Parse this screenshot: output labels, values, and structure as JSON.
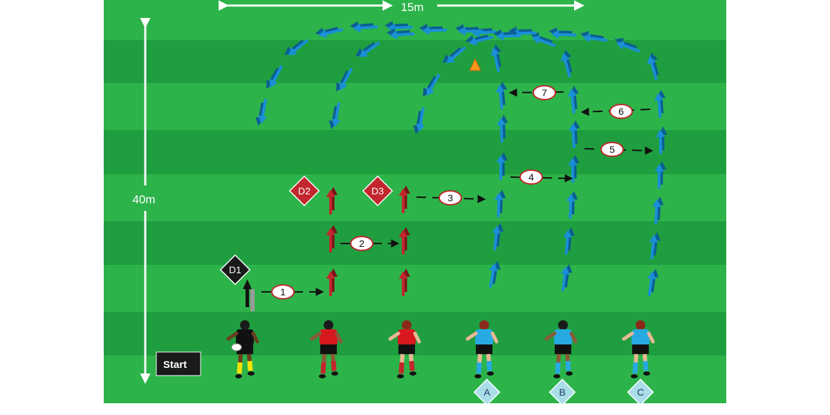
{
  "diagram": {
    "width_label": "15m",
    "length_label": "40m",
    "start_label": "Start",
    "defender_labels": [
      "D1",
      "D2",
      "D3"
    ],
    "pass_numbers": [
      "1",
      "2",
      "3",
      "4",
      "5",
      "6",
      "7"
    ],
    "runner_labels": [
      "A",
      "B",
      "C"
    ],
    "colors": {
      "pitch_light": "#2cb34a",
      "pitch_dark": "#1f9e3f",
      "attack_arrow": "#1a8fd6",
      "attack_arrow_light": "#4ab8ee",
      "support_arrow": "#c1272d",
      "ball_carrier_arrow": "#111111",
      "defender_marker": "#c1272d",
      "runner_marker": "#a9dde8",
      "cone": "#f7941d",
      "ball_outline": "#c1272d"
    },
    "icons": [
      "cone-icon",
      "ball-icon",
      "arrow-icon",
      "player-icon"
    ]
  }
}
